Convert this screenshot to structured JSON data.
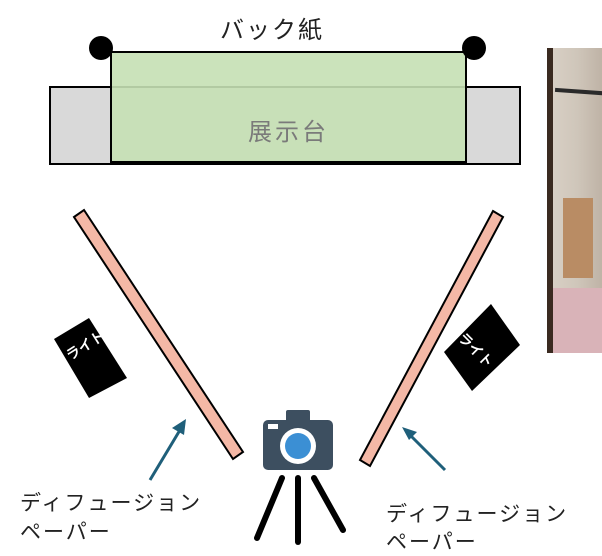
{
  "labels": {
    "back_paper": "バック紙",
    "stand": "展示台",
    "light_left": "ライト",
    "light_right": "ライト",
    "diffusion_left_line1": "ディフュージョン",
    "diffusion_left_line2": "ペーパー",
    "diffusion_right_line1": "ディフュージョン",
    "diffusion_right_line2": "ペーパー"
  },
  "colors": {
    "stand_fill": "#d9d9d9",
    "back_paper_fill": "#c5e0b4",
    "diffusion_fill": "#f4b8a6",
    "arrow": "#1f5f7a",
    "camera_body": "#3d4f60",
    "camera_lens": "#3b8fd4",
    "light_fill": "#000000"
  },
  "icons": {
    "camera": "camera-icon",
    "tripod": "tripod-icon",
    "photo": "photo-thumbnail"
  }
}
